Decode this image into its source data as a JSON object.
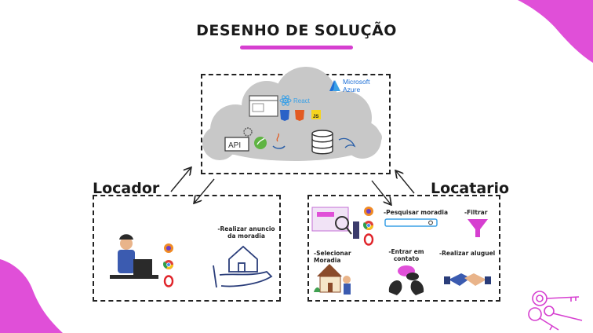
{
  "title": "DESENHO DE SOLUÇÃO",
  "colors": {
    "accent": "#d63fd0",
    "cloud": "#c8c8c8",
    "azure": "#1d6fd6"
  },
  "cloud": {
    "azure_logo": "Microsoft\nAzure",
    "azure_line1": "Microsoft",
    "azure_line2": "Azure",
    "react_label": "React",
    "js_label": "JS",
    "api_label": "API",
    "icons": [
      "browser-window-icon",
      "react-icon",
      "css3-icon",
      "html5-icon",
      "js-icon",
      "api-icon",
      "spring-icon",
      "java-icon",
      "database-icon",
      "mysql-icon",
      "gear-icon"
    ]
  },
  "locador": {
    "label": "Locador",
    "action": "-Realizar anuncio da moradia",
    "action_line1": "-Realizar anuncio",
    "action_line2": "da moradia",
    "browsers": [
      "firefox-icon",
      "chrome-icon",
      "opera-icon"
    ]
  },
  "locatario": {
    "label": "Locatario",
    "search": "-Pesquisar moradia",
    "filter": "-Filtrar",
    "select_line1": "-Selecionar",
    "select_line2": "Moradia",
    "contact_line1": "-Entrar em",
    "contact_line2": "contato",
    "rent": "-Realizar aluguel",
    "browsers": [
      "firefox-icon",
      "chrome-icon",
      "opera-icon"
    ]
  }
}
